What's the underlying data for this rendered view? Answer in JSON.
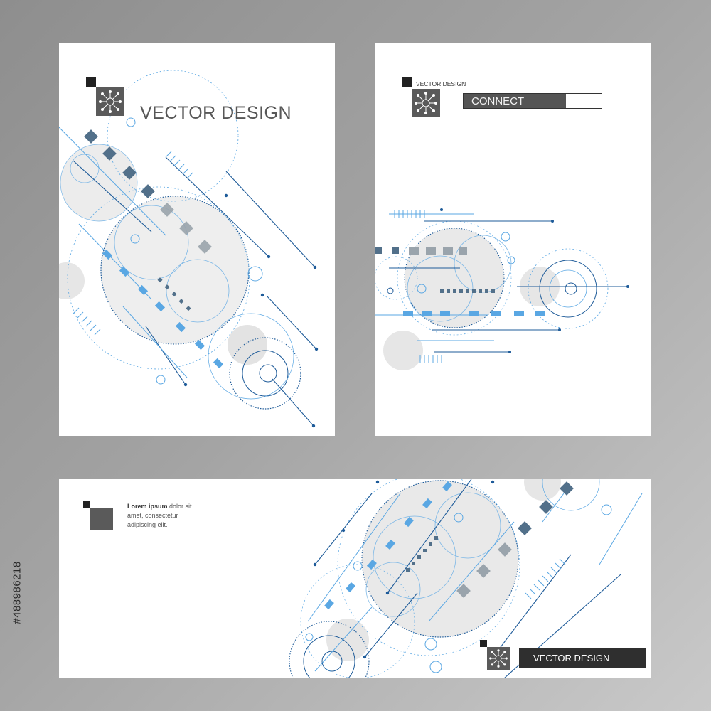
{
  "cover_portrait": {
    "title": "VECTOR DESIGN"
  },
  "cover_connect": {
    "brand_label": "VECTOR DESIGN",
    "bar_label": "CONNECT",
    "bar_fill_fraction": 0.74
  },
  "cover_banner": {
    "lorem_bold": "Lorem ipsum",
    "lorem_rest_1": " dolor sit",
    "lorem_rest_2": "amet, consectetur",
    "lorem_rest_3": "adipiscing elit.",
    "banner_title": "VECTOR DESIGN"
  },
  "stock_id": "#488986218",
  "colors": {
    "background": "#9a9a9a",
    "paper": "#ffffff",
    "accent_blue": "#5aa7e3",
    "line_blue": "#3b79b8",
    "slate": "#52708a",
    "light_grey": "#e8e8e8",
    "dark": "#2f2f2f"
  },
  "icons": [
    "network-node-icon",
    "network-node-icon",
    "network-node-icon"
  ]
}
